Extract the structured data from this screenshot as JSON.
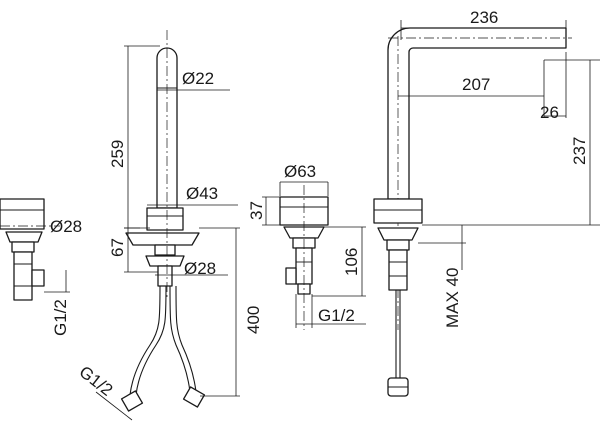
{
  "dimensions": {
    "spout_width": "236",
    "spout_reach": "207",
    "spout_tip_depth": "26",
    "spout_height_side": "237",
    "spout_height_front": "259",
    "base_diameter_spout": "Ø43",
    "tube_diameter": "Ø22",
    "shank_diameter_spout": "Ø28",
    "spout_shank_length": "67",
    "hose_length": "400",
    "hose_thread": "G1/2",
    "handle_diameter": "Ø63",
    "handle_height": "37",
    "handle_shank_length": "106",
    "handle_thread": "G1/2",
    "left_handle_shank_diameter": "Ø28",
    "left_thread": "G1/2",
    "max_deck_thickness": "MAX 40"
  }
}
